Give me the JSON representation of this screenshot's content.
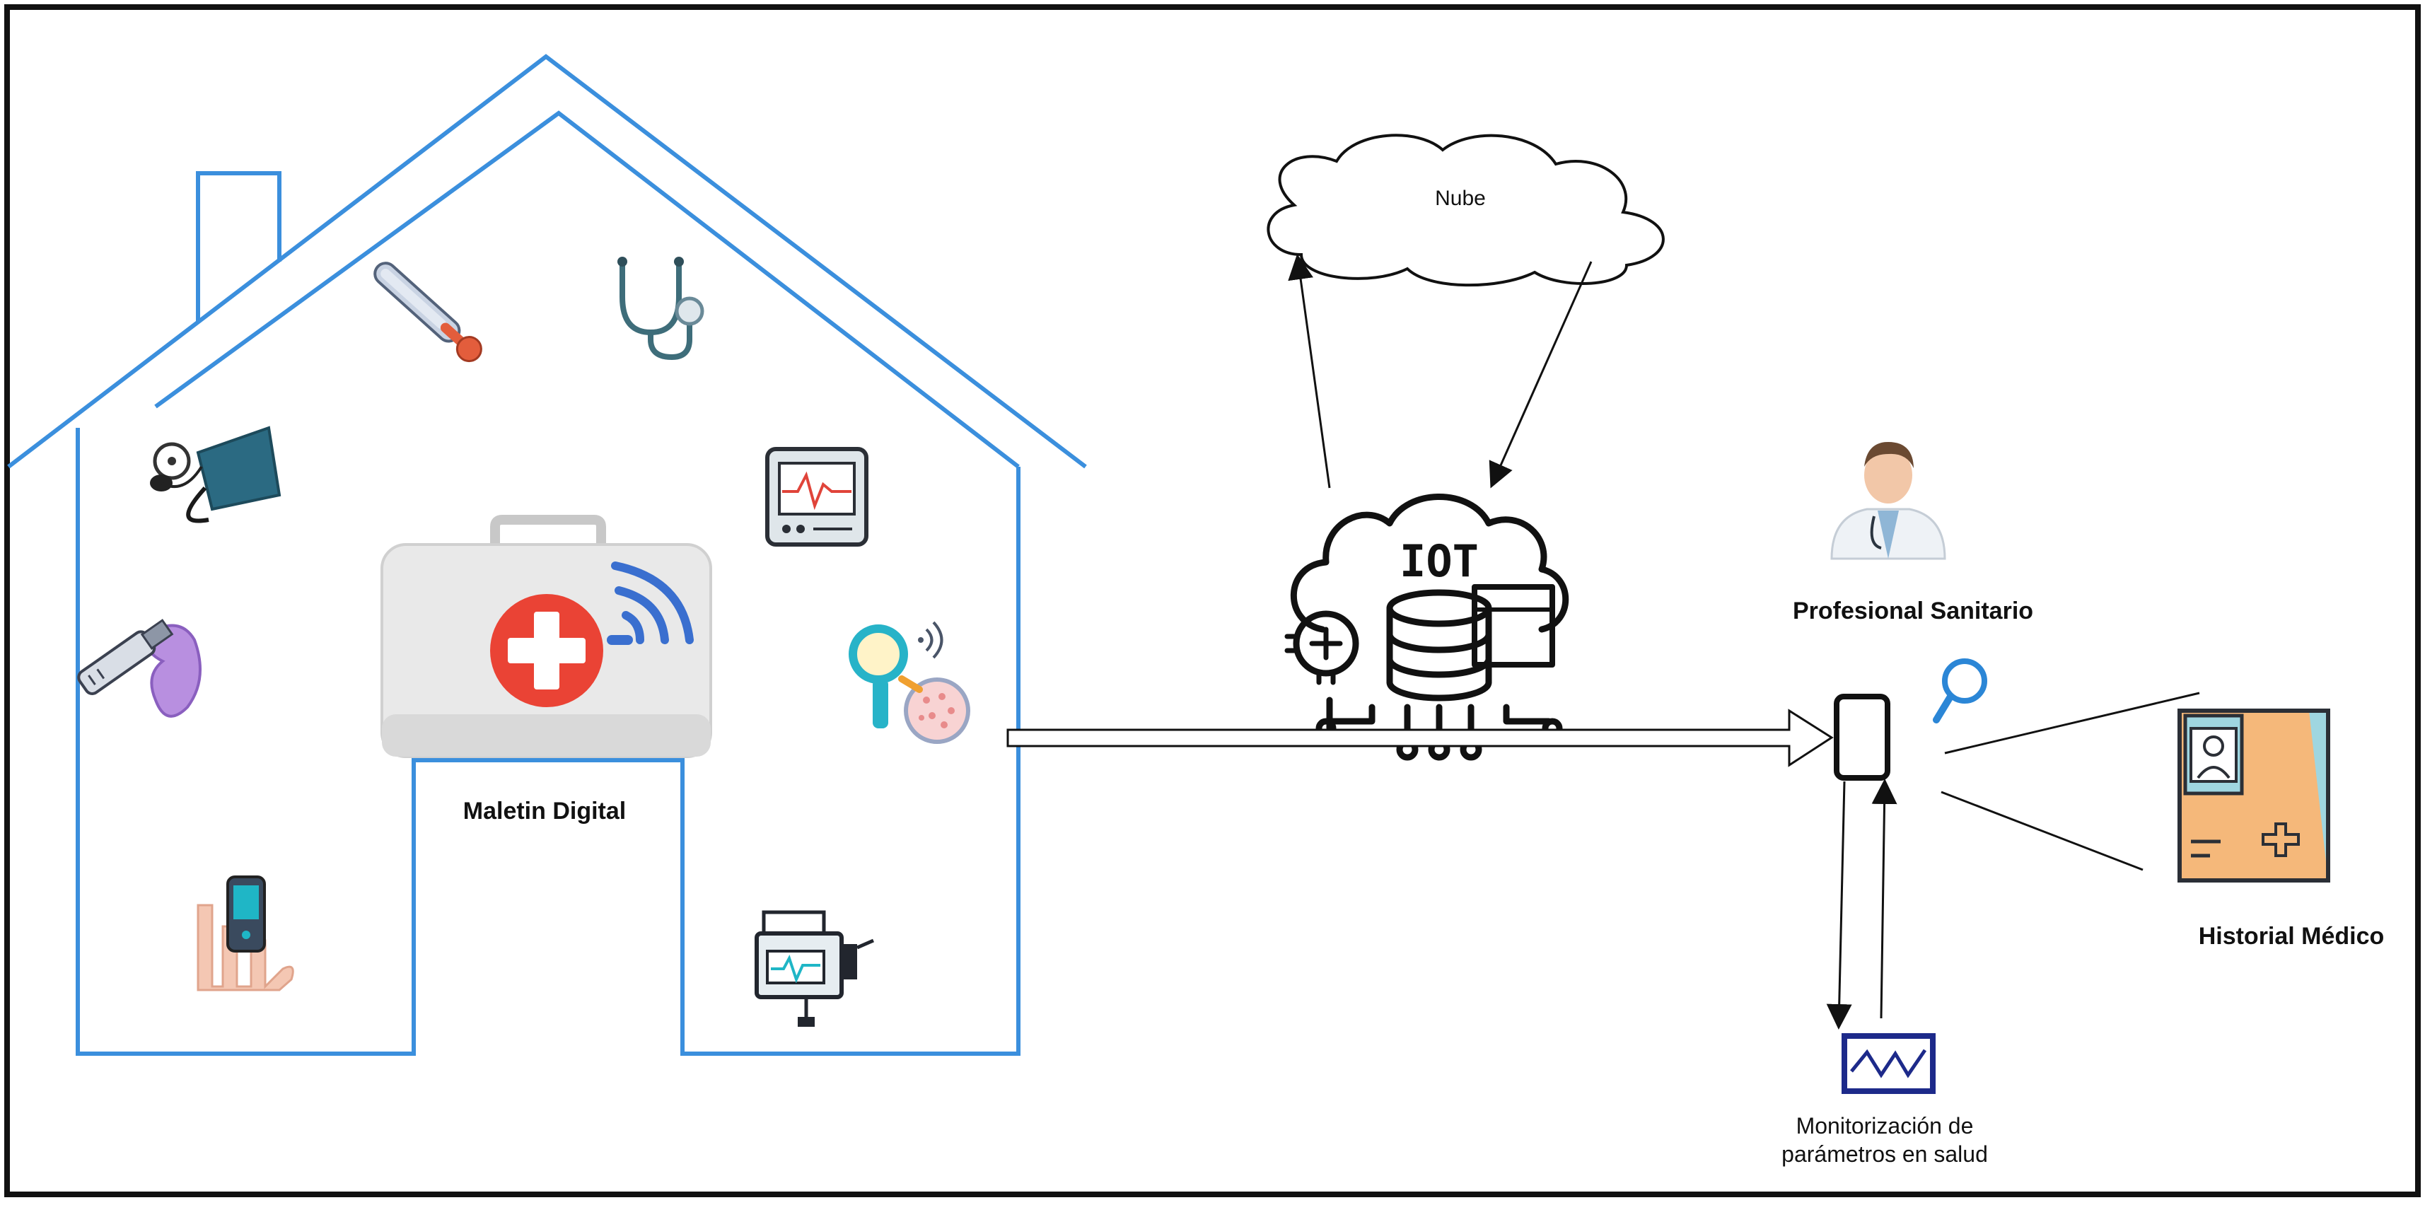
{
  "labels": {
    "cloud": "Nube",
    "iot": "IOT",
    "case": "Maletin Digital",
    "professional": "Profesional Sanitario",
    "record": "Historial Médico",
    "monitoring_line1": "Monitorización de",
    "monitoring_line2": "parámetros en salud"
  },
  "colors": {
    "house": "#3b8fdd",
    "frame": "#111111",
    "case_body": "#e9e9e9",
    "cross": "#ea4335",
    "wifi": "#3a6fcf",
    "monitor": "#1d2a8a",
    "record_orange": "#f5b87a"
  },
  "icons": [
    "thermometer-icon",
    "stethoscope-icon",
    "blood-pressure-monitor-icon",
    "vital-signs-monitor-icon",
    "otoscope-icon",
    "lab-test-icon",
    "pulse-oximeter-icon",
    "ecg-machine-icon",
    "doctor-icon",
    "smartphone-icon",
    "magnifier-icon",
    "medical-record-icon",
    "health-monitor-icon"
  ]
}
